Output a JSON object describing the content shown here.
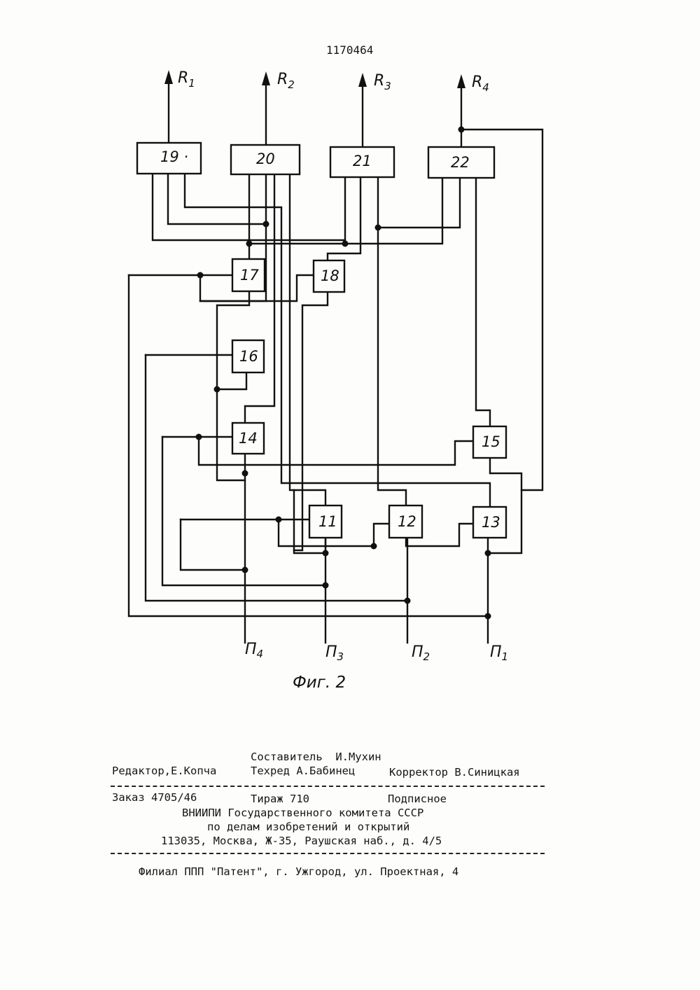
{
  "patent_number": "1170464",
  "figure_caption": "Фиг. 2",
  "blocks": [
    {
      "id": "19",
      "label": "19 ·"
    },
    {
      "id": "20",
      "label": "20"
    },
    {
      "id": "21",
      "label": "21"
    },
    {
      "id": "22",
      "label": "22"
    },
    {
      "id": "17",
      "label": "17"
    },
    {
      "id": "18",
      "label": "18"
    },
    {
      "id": "16",
      "label": "16"
    },
    {
      "id": "14",
      "label": "14"
    },
    {
      "id": "15",
      "label": "15"
    },
    {
      "id": "11",
      "label": "11"
    },
    {
      "id": "12",
      "label": "12"
    },
    {
      "id": "13",
      "label": "13"
    }
  ],
  "outputs": [
    {
      "name": "R",
      "sub": "1"
    },
    {
      "name": "R",
      "sub": "2"
    },
    {
      "name": "R",
      "sub": "3"
    },
    {
      "name": "R",
      "sub": "4"
    }
  ],
  "inputs": [
    {
      "name": "П",
      "sub": "4"
    },
    {
      "name": "П",
      "sub": "3"
    },
    {
      "name": "П",
      "sub": "2"
    },
    {
      "name": "П",
      "sub": "1"
    }
  ],
  "credits": {
    "composer": "Составитель  И.Мухин",
    "editor": "Редактор,Е.Копча",
    "techred": "Техред А.Бабинец",
    "corrector": "Корректор В.Синицкая"
  },
  "publication": {
    "order": "Заказ 4705/46",
    "circulation": "Тираж 710",
    "subscription": "Подписное",
    "org_line1": "ВНИИПИ Государственного комитета СССР",
    "org_line2": "по делам изобретений и открытий",
    "address": "113035, Москва, Ж-35, Раушская наб., д. 4/5"
  },
  "branch": "Филиал ППП \"Патент\", г. Ужгород, ул. Проектная, 4"
}
